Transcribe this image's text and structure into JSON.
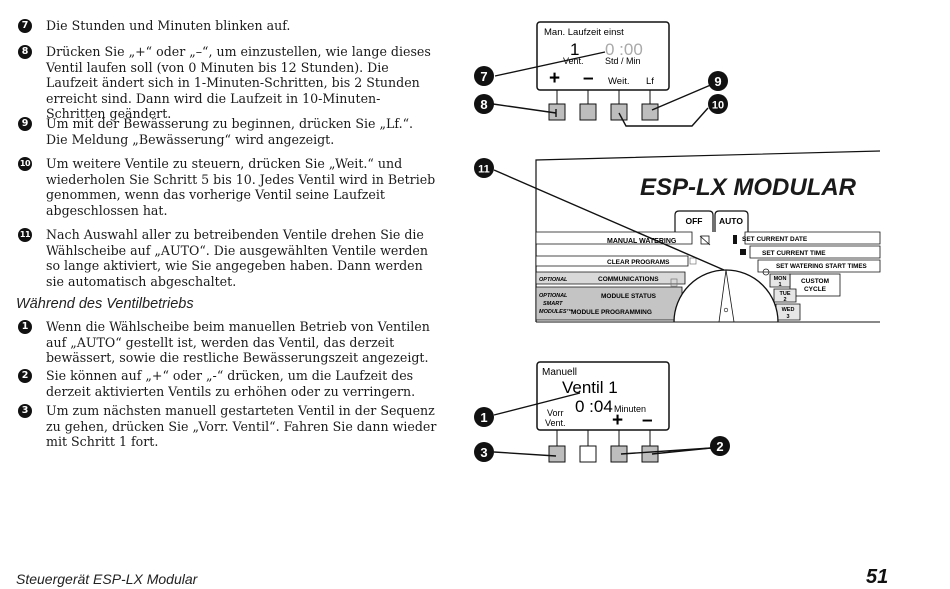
{
  "steps_top": [
    {
      "num": "7",
      "text": "Die Stunden und Minuten blinken auf."
    },
    {
      "num": "8",
      "text": "Drücken Sie „+“ oder „–“, um einzustellen, wie lange dieses Ventil laufen soll (von 0 Minuten bis 12 Stunden). Die Laufzeit ändert sich in 1-Minuten-Schritten, bis 2 Stunden erreicht sind. Dann wird die Laufzeit in 10-Minuten-Schritten geändert."
    },
    {
      "num": "9",
      "text": "Um mit der Bewässerung zu beginnen, drücken Sie „Lf.“. Die Meldung „Bewässerung“ wird angezeigt."
    },
    {
      "num": "10",
      "text": "Um weitere Ventile zu steuern, drücken Sie „Weit.“ und wiederholen Sie Schritt 5 bis 10. Jedes Ventil wird in Betrieb genommen, wenn das vorherige Ventil seine Laufzeit abgeschlossen hat."
    },
    {
      "num": "11",
      "text": "Nach Auswahl aller zu betreibenden Ventile drehen Sie die Wählscheibe auf „AUTO“. Die ausgewählten Ventile werden so lange aktiviert, wie Sie angegeben haben. Dann werden sie automatisch abgeschaltet."
    }
  ],
  "section_heading": "Während des Ventilbetriebs",
  "steps_bottom": [
    {
      "num": "1",
      "text": "Wenn die Wählscheibe beim manuellen Betrieb von Ventilen auf „AUTO“ gestellt ist, werden das Ventil, das derzeit bewässert, sowie die restliche Bewässerungszeit angezeigt."
    },
    {
      "num": "2",
      "text": "Sie können auf „+“ oder „-“ drücken, um die Laufzeit des derzeit aktivierten Ventils zu erhöhen oder zu verringern."
    },
    {
      "num": "3",
      "text": "Um zum nächsten manuell gestarteten Ventil in der Sequenz zu gehen, drücken Sie „Vorr. Ventil“. Fahren Sie dann wieder mit Schritt 1 fort."
    }
  ],
  "fig1": {
    "title": "Man. Laufzeit einst",
    "valve_num": "1",
    "time": "0 :00",
    "valve_label": "Vent.",
    "time_label": "Std / Min",
    "btn1": "+",
    "btn2": "–",
    "btn3": "Weit.",
    "btn4": "Lf",
    "callouts": [
      "7",
      "8",
      "9",
      "10"
    ]
  },
  "fig2": {
    "brand": "ESP-LX MODULAR",
    "off": "OFF",
    "auto": "AUTO",
    "left_items": [
      "MANUAL WATERING",
      "CLEAR PROGRAMS",
      "COMMUNICATIONS",
      "MODULE STATUS",
      "MODULE PROGRAMMING"
    ],
    "optional": "OPTIONAL",
    "optional2": "OPTIONAL",
    "smart": "SMART",
    "modules": "MODULES™",
    "right_items": [
      "SET CURRENT DATE",
      "SET CURRENT TIME",
      "SET WATERING START TIMES"
    ],
    "custom1": "CUSTOM",
    "custom2": "CYCLE",
    "days": [
      "MON",
      "1",
      "TUE",
      "2",
      "WED",
      "3"
    ],
    "callout": "11"
  },
  "fig3": {
    "title": "Manuell",
    "valve": "Ventil 1",
    "time": "0 :04",
    "unit": "Minuten",
    "prev1": "Vorr",
    "prev2": "Vent.",
    "plus": "+",
    "minus": "–",
    "callouts": [
      "1",
      "2",
      "3"
    ]
  },
  "footer": {
    "left": "Steuergerät ESP-LX Modular",
    "page": "51"
  }
}
